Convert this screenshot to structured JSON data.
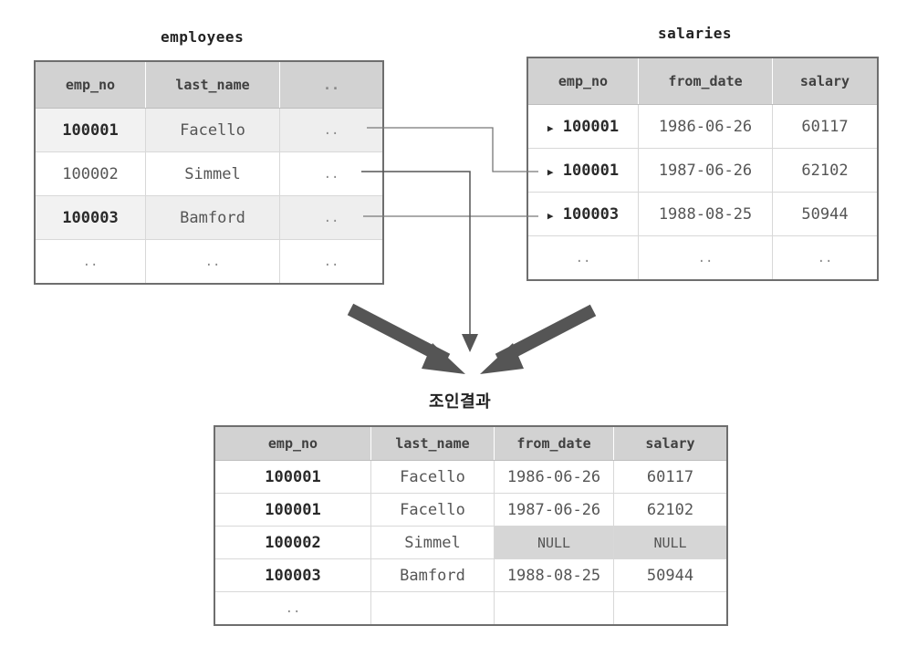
{
  "employees": {
    "title": "employees",
    "headers": [
      "emp_no",
      "last_name",
      ".."
    ],
    "rows": [
      [
        "100001",
        "Facello",
        ".."
      ],
      [
        "100002",
        "Simmel",
        ".."
      ],
      [
        "100003",
        "Bamford",
        ".."
      ],
      [
        "..",
        "..",
        ".."
      ]
    ]
  },
  "salaries": {
    "title": "salaries",
    "headers": [
      "emp_no",
      "from_date",
      "salary"
    ],
    "rows": [
      [
        "100001",
        "1986-06-26",
        "60117"
      ],
      [
        "100001",
        "1987-06-26",
        "62102"
      ],
      [
        "100003",
        "1988-08-25",
        "50944"
      ],
      [
        "..",
        "..",
        ".."
      ]
    ]
  },
  "result": {
    "title": "조인결과",
    "headers": [
      "emp_no",
      "last_name",
      "from_date",
      "salary"
    ],
    "rows": [
      [
        "100001",
        "Facello",
        "1986-06-26",
        "60117"
      ],
      [
        "100001",
        "Facello",
        "1987-06-26",
        "62102"
      ],
      [
        "100002",
        "Simmel",
        "NULL",
        "NULL"
      ],
      [
        "100003",
        "Bamford",
        "1988-08-25",
        "50944"
      ],
      [
        "..",
        "",
        "",
        ""
      ]
    ]
  },
  "colors": {
    "header_bg": "#d2d2d2",
    "border": "#6e6e6e",
    "null_bg": "#d6d6d6",
    "arrow": "#555555"
  }
}
